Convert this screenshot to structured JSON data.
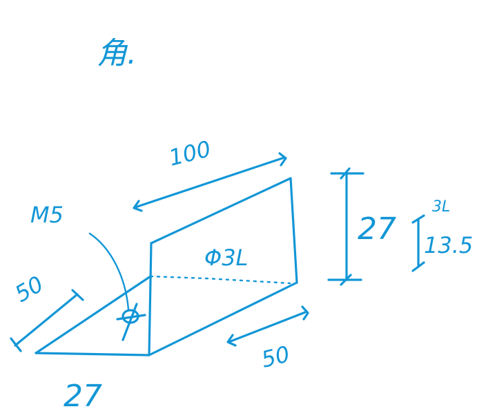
{
  "colors": {
    "ink": "#1296d6",
    "paper": "#ffffff"
  },
  "labels": {
    "title": "角.",
    "top_length": "100",
    "height": "27",
    "bottom_width": "27",
    "left_depth": "50",
    "right_depth": "50",
    "hole_diameter": "Φ3L",
    "thread": "M5",
    "hole_offset_value": "13.5",
    "hole_offset_sub": "3L"
  }
}
